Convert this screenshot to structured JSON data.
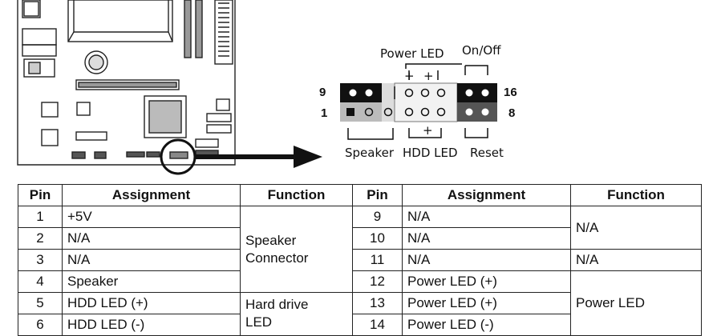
{
  "diagram": {
    "power_led_label": "Power LED",
    "on_off_label": "On/Off",
    "speaker_label": "Speaker",
    "hdd_led_label": "HDD LED",
    "reset_label": "Reset",
    "pin_9": "9",
    "pin_16": "16",
    "pin_1": "1",
    "pin_8": "8",
    "plus": "+"
  },
  "table": {
    "headers": [
      "Pin",
      "Assignment",
      "Function",
      "Pin",
      "Assignment",
      "Function"
    ],
    "left_rows": [
      {
        "pin": "1",
        "assignment": "+5V"
      },
      {
        "pin": "2",
        "assignment": "N/A"
      },
      {
        "pin": "3",
        "assignment": "N/A"
      },
      {
        "pin": "4",
        "assignment": "Speaker"
      },
      {
        "pin": "5",
        "assignment": "HDD LED (+)"
      },
      {
        "pin": "6",
        "assignment": "HDD LED (-)"
      }
    ],
    "right_rows": [
      {
        "pin": "9",
        "assignment": "N/A"
      },
      {
        "pin": "10",
        "assignment": "N/A"
      },
      {
        "pin": "11",
        "assignment": "N/A"
      },
      {
        "pin": "12",
        "assignment": "Power LED (+)"
      },
      {
        "pin": "13",
        "assignment": "Power LED (+)"
      },
      {
        "pin": "14",
        "assignment": "Power LED (-)"
      }
    ],
    "left_functions": {
      "speaker_line1": "Speaker",
      "speaker_line2": "Connector",
      "hdd_line1": "Hard drive",
      "hdd_line2": "LED"
    },
    "right_functions": {
      "na_group": "N/A",
      "na_single": "N/A",
      "power_led": "Power LED"
    }
  }
}
